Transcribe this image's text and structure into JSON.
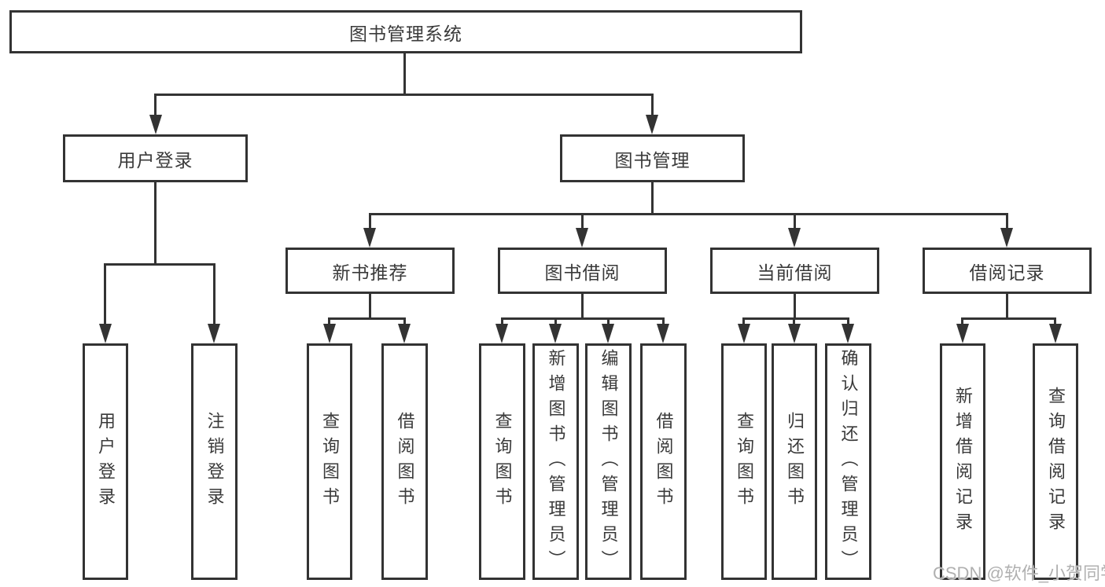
{
  "diagram": {
    "root": "图书管理系统",
    "user_login": {
      "label": "用户登录",
      "children": [
        "用户登录",
        "注销登录"
      ]
    },
    "book_mgmt": {
      "label": "图书管理",
      "modules": {
        "new_books": {
          "label": "新书推荐",
          "children": [
            "查询图书",
            "借阅图书"
          ]
        },
        "book_borrow": {
          "label": "图书借阅",
          "children": [
            "查询图书",
            "新增图书（管理员）",
            "编辑图书（管理员）",
            "借阅图书"
          ]
        },
        "current_borrow": {
          "label": "当前借阅",
          "children": [
            "查询图书",
            "归还图书",
            "确认归还（管理员）"
          ]
        },
        "borrow_records": {
          "label": "借阅记录",
          "children": [
            "新增借阅记录",
            "查询借阅记录"
          ]
        }
      }
    },
    "watermark": "CSDN @软件_小贺同学"
  },
  "colors": {
    "line": "#333333",
    "text": "#3a3a3a",
    "watermark": "#b0b0b0",
    "background": "#ffffff"
  }
}
